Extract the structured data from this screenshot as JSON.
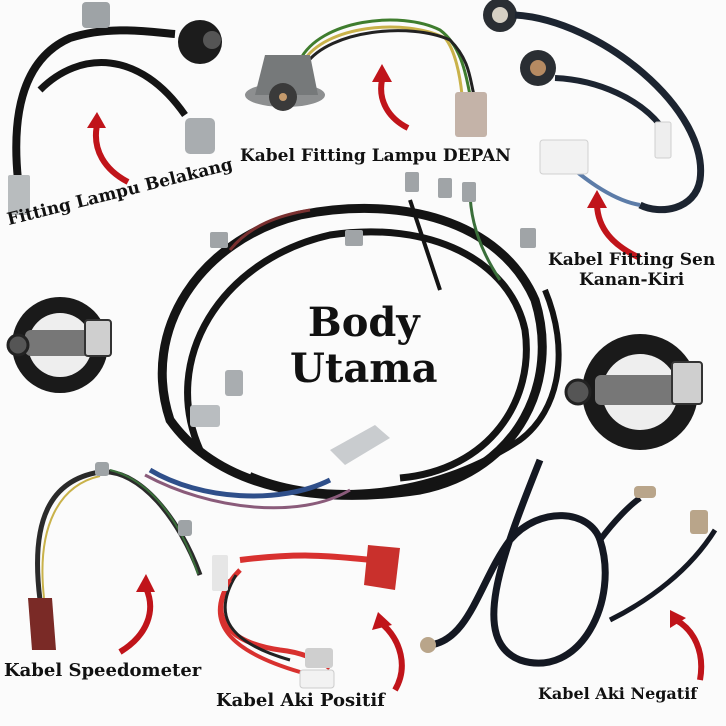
{
  "title": {
    "line1": "Body",
    "line2": "Utama"
  },
  "labels": {
    "fitting_lampu_belakang": "Fitting Lampu Belakang",
    "kabel_fitting_lampu_depan": "Kabel Fitting Lampu DEPAN",
    "kabel_fitting_sen_line1": "Kabel Fitting Sen",
    "kabel_fitting_sen_line2": "Kanan-Kiri",
    "kabel_speedometer": "Kabel Speedometer",
    "kabel_aki_positif": "Kabel Aki Positif",
    "kabel_aki_negatif": "Kabel Aki Negatif"
  },
  "icons": {
    "arrow": "red-curved-arrow-icon",
    "logo": "piston-fist-logo-icon"
  },
  "colors": {
    "background": "#fbfbfb",
    "wire_black": "#141414",
    "arrow_red": "#c0141a",
    "connector_gray": "#a9adb0",
    "positive_red": "#d8312f",
    "text": "#111111"
  }
}
